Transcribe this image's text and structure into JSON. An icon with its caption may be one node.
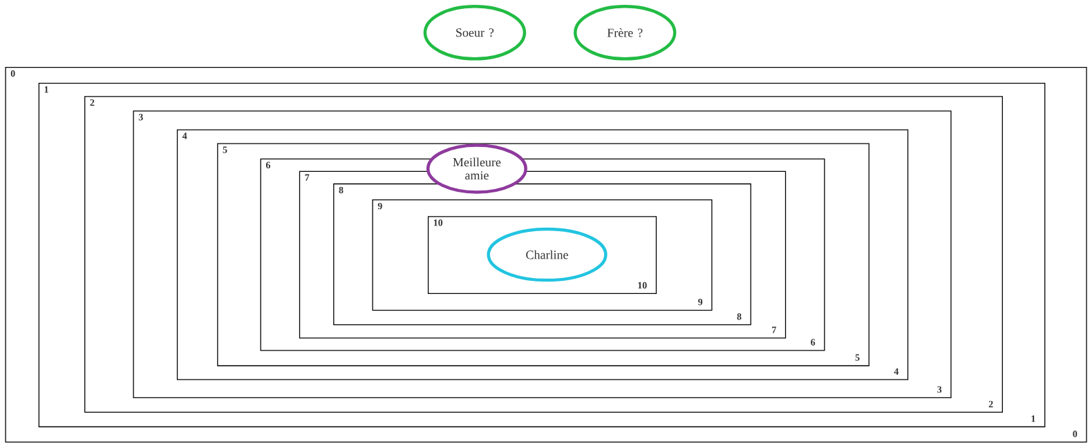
{
  "diagram": {
    "nodes": [
      {
        "text": [
          "Soeur ?"
        ]
      },
      {
        "text": [
          "Frère ?"
        ]
      },
      {
        "text": [
          "0",
          "0"
        ]
      },
      {
        "text": [
          "1",
          "1"
        ],
        "in": 2
      },
      {
        "text": [
          "2",
          "2"
        ],
        "in": 3
      },
      {
        "text": [
          "3",
          "3"
        ],
        "in": 4
      },
      {
        "text": [
          "4",
          "4"
        ],
        "in": 5
      },
      {
        "text": [
          "5",
          "5"
        ],
        "in": 6
      },
      {
        "text": [
          "6",
          "6"
        ],
        "in": 7
      },
      {
        "text": [
          "7",
          "7"
        ],
        "in": 8
      },
      {
        "text": [
          "8",
          "8"
        ],
        "in": 9
      },
      {
        "text": [
          "9",
          "9"
        ],
        "in": 10
      },
      {
        "text": [
          "10",
          "10"
        ],
        "in": 11
      },
      {
        "text": [
          "Meilleure amie"
        ],
        "in": 7
      },
      {
        "text": [
          "Charline"
        ],
        "in": 12
      }
    ]
  }
}
